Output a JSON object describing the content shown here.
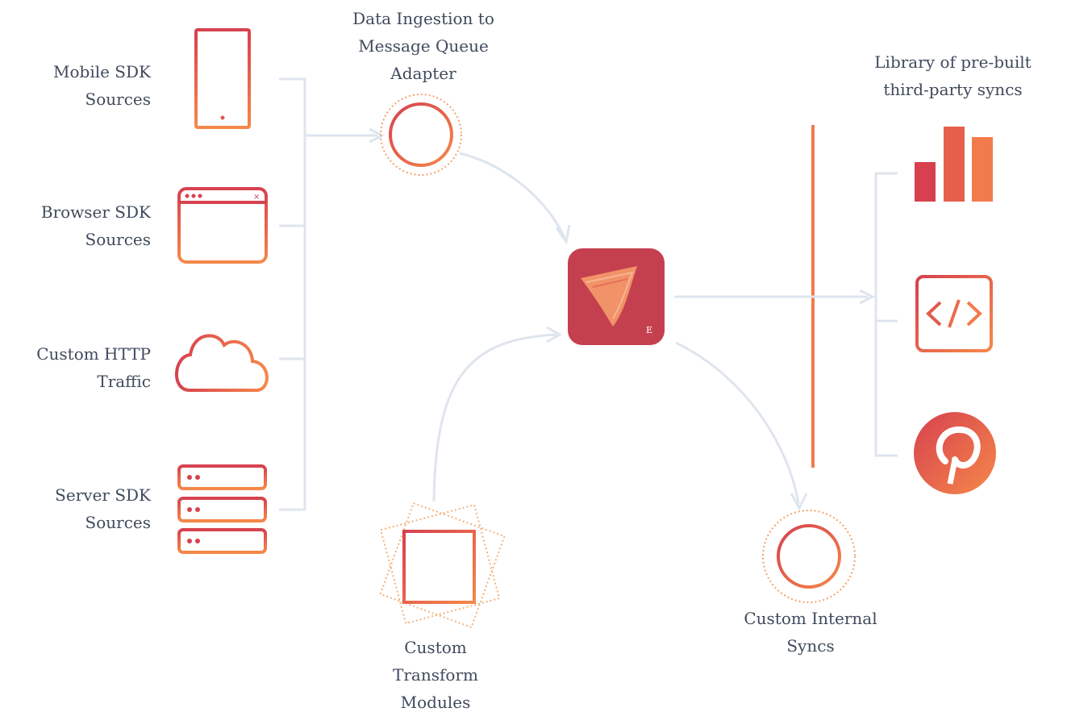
{
  "sources": [
    {
      "id": "mobile",
      "icon": "mobile-phone-icon",
      "lines": [
        "Mobile SDK",
        "Sources"
      ]
    },
    {
      "id": "browser",
      "icon": "browser-window-icon",
      "lines": [
        "Browser SDK",
        "Sources"
      ]
    },
    {
      "id": "http",
      "icon": "cloud-icon",
      "lines": [
        "Custom HTTP",
        "Traffic"
      ]
    },
    {
      "id": "server",
      "icon": "server-stack-icon",
      "lines": [
        "Server SDK",
        "Sources"
      ]
    }
  ],
  "ingestion": {
    "lines": [
      "Data Ingestion to",
      "Message Queue",
      "Adapter"
    ]
  },
  "transform": {
    "lines": [
      "Custom",
      "Transform",
      "Modules"
    ]
  },
  "internal": {
    "lines": [
      "Custom Internal",
      "Syncs"
    ]
  },
  "library": {
    "lines": [
      "Library of pre-built",
      "third-party syncs"
    ],
    "icons": [
      "bar-chart-icon",
      "code-brackets-icon",
      "pinterest-icon"
    ]
  },
  "hub": {
    "icon": "pipeline-logo-icon",
    "badge": "E"
  },
  "colors": {
    "gradient_start": "#d7414f",
    "gradient_end": "#f5884a",
    "connector": "#dfe5ee",
    "text": "#3f4a5c",
    "hub": "#c5404f"
  }
}
